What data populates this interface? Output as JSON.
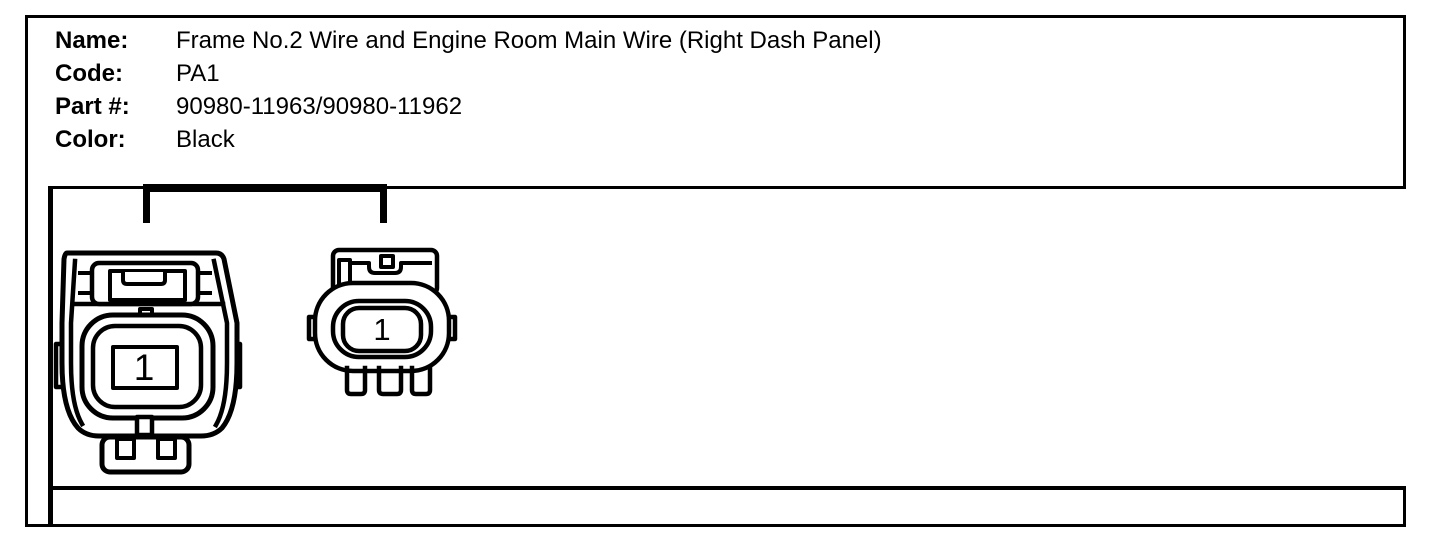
{
  "window": {
    "background": "#ffffff",
    "line_color": "#000000"
  },
  "header": {
    "rows": [
      {
        "label": "Name:",
        "value": "Frame No.2 Wire and Engine Room Main Wire (Right Dash Panel)"
      },
      {
        "label": "Code:",
        "value": "PA1"
      },
      {
        "label": "Part #:",
        "value": "90980-11963/90980-11962"
      },
      {
        "label": "Color:",
        "value": "Black"
      }
    ]
  },
  "diagram": {
    "connector_left": {
      "cavity_label": "1"
    },
    "connector_right": {
      "cavity_label": "1"
    }
  }
}
